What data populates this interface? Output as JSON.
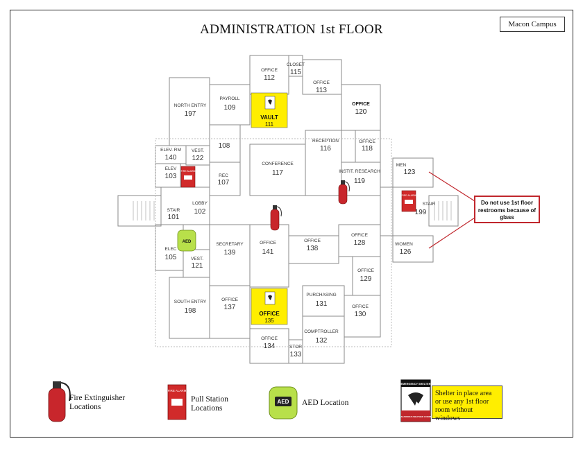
{
  "title": "ADMINISTRATION 1st FLOOR",
  "campus": "Macon Campus",
  "warning": "Do not use 1st floor restrooms because of glass",
  "colors": {
    "highlight": "#ffee00",
    "alarm_red": "#d12a2a",
    "aed_green": "#b8e04a",
    "warning_border": "#c0262c"
  },
  "rooms": {
    "office112": {
      "label": "OFFICE",
      "num": "112"
    },
    "closet115": {
      "label": "CLOSET",
      "num": "115"
    },
    "office113": {
      "label": "OFFICE",
      "num": "113"
    },
    "payroll109": {
      "label": "PAYROLL",
      "num": "109"
    },
    "vault111": {
      "label": "VAULT",
      "num": "111"
    },
    "office120": {
      "label": "OFFICE",
      "num": "120"
    },
    "northentry197": {
      "label": "NORTH ENTRY",
      "num": "197"
    },
    "room108": {
      "label": "",
      "num": "108"
    },
    "reception116": {
      "label": "RECEPTION",
      "num": "116"
    },
    "office118": {
      "label": "OFFICE",
      "num": "118"
    },
    "elevrm140": {
      "label": "ELEV. RM",
      "num": "140"
    },
    "vest122": {
      "label": "VEST.",
      "num": "122"
    },
    "conference117": {
      "label": "CONFERENCE",
      "num": "117"
    },
    "instit119": {
      "label": "INSTIT. RESEARCH",
      "num": "119"
    },
    "elev103": {
      "label": "ELEV",
      "num": "103"
    },
    "rec107": {
      "label": "REC",
      "num": "107"
    },
    "men123": {
      "label": "MEN",
      "num": "123"
    },
    "lobby102": {
      "label": "LOBBY",
      "num": "102"
    },
    "stair101": {
      "label": "STAIR",
      "num": "101"
    },
    "stair199": {
      "label": "STAIR",
      "num": "199"
    },
    "elec105": {
      "label": "ELEC",
      "num": "105"
    },
    "secretary139": {
      "label": "SECRETARY",
      "num": "139"
    },
    "office141": {
      "label": "OFFICE",
      "num": "141"
    },
    "office138": {
      "label": "OFFICE",
      "num": "138"
    },
    "office128": {
      "label": "OFFICE",
      "num": "128"
    },
    "women126": {
      "label": "WOMEN",
      "num": "126"
    },
    "vest121": {
      "label": "VEST.",
      "num": "121"
    },
    "office129": {
      "label": "OFFICE",
      "num": "129"
    },
    "southentry198": {
      "label": "SOUTH ENTRY",
      "num": "198"
    },
    "office137": {
      "label": "OFFICE",
      "num": "137"
    },
    "office135": {
      "label": "OFFICE",
      "num": "135"
    },
    "purchasing131": {
      "label": "PURCHASING",
      "num": "131"
    },
    "office130": {
      "label": "OFFICE",
      "num": "130"
    },
    "office134": {
      "label": "OFFICE",
      "num": "134"
    },
    "comptroller132": {
      "label": "COMPTROLLER",
      "num": "132"
    },
    "stor133": {
      "label": "STOR",
      "num": "133"
    }
  },
  "icons": {
    "aed_text": "AED",
    "pull_text": "FIRE ALARM",
    "shelter_sign_top": "EMERGENCY SHELTER",
    "shelter_sign_bottom": "FOR HAZARDOUS WEATHER CONDITIONS"
  },
  "legend": {
    "fire_extinguisher": "Fire Extinguisher Locations",
    "pull_station": "Pull Station Locations",
    "aed": "AED Location",
    "shelter": "Shelter in place area or use any 1st floor room without windows"
  }
}
